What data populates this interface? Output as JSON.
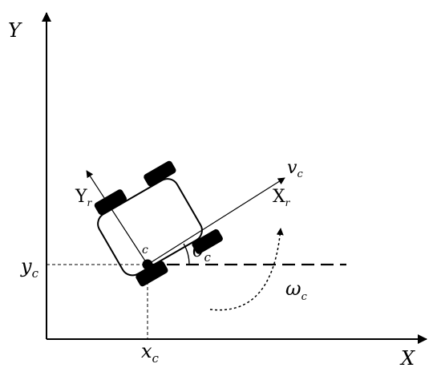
{
  "diagram": {
    "axes": {
      "x_label": "X",
      "y_label": "Y"
    },
    "robot": {
      "center_label": "c",
      "body_x_axis": {
        "main": "X",
        "sub": "r"
      },
      "body_y_axis": {
        "main": "Y",
        "sub": "r"
      },
      "velocity": {
        "main": "v",
        "sub": "c"
      },
      "heading_angle": {
        "main": "θ",
        "sub": "c"
      },
      "angular_velocity": {
        "main": "ω",
        "sub": "c"
      }
    },
    "projections": {
      "x": {
        "main": "x",
        "sub": "c"
      },
      "y": {
        "main": "y",
        "sub": "c"
      }
    },
    "colors": {
      "ink": "#000000",
      "background": "#ffffff"
    }
  }
}
